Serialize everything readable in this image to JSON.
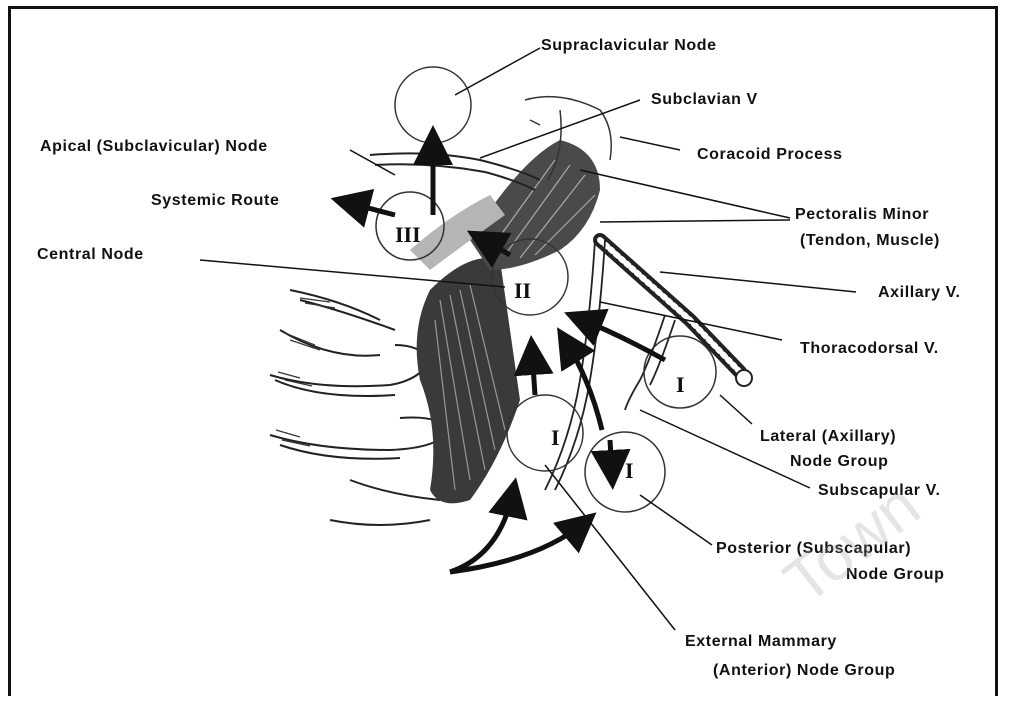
{
  "labels": {
    "supraclavicular": "Supraclavicular Node",
    "subclavian": "Subclavian V",
    "apical": "Apical (Subclavicular) Node",
    "coracoid": "Coracoid Process",
    "systemic": "Systemic Route",
    "pectoralis_line1": "Pectoralis Minor",
    "pectoralis_line2": "(Tendon, Muscle)",
    "central": "Central Node",
    "axillary": "Axillary V.",
    "thoracodorsal": "Thoracodorsal V.",
    "lateral_line1": "Lateral (Axillary)",
    "lateral_line2": "Node Group",
    "subscapular": "Subscapular V.",
    "posterior_line1": "Posterior (Subscapular)",
    "posterior_line2": "Node Group",
    "external_line1": "External Mammary",
    "external_line2": "(Anterior) Node Group"
  },
  "node_levels": {
    "level_3": "III",
    "level_2": "II",
    "level_1_lateral": "I",
    "level_1_anterior": "I",
    "level_1_posterior": "I"
  },
  "watermark": "Town"
}
